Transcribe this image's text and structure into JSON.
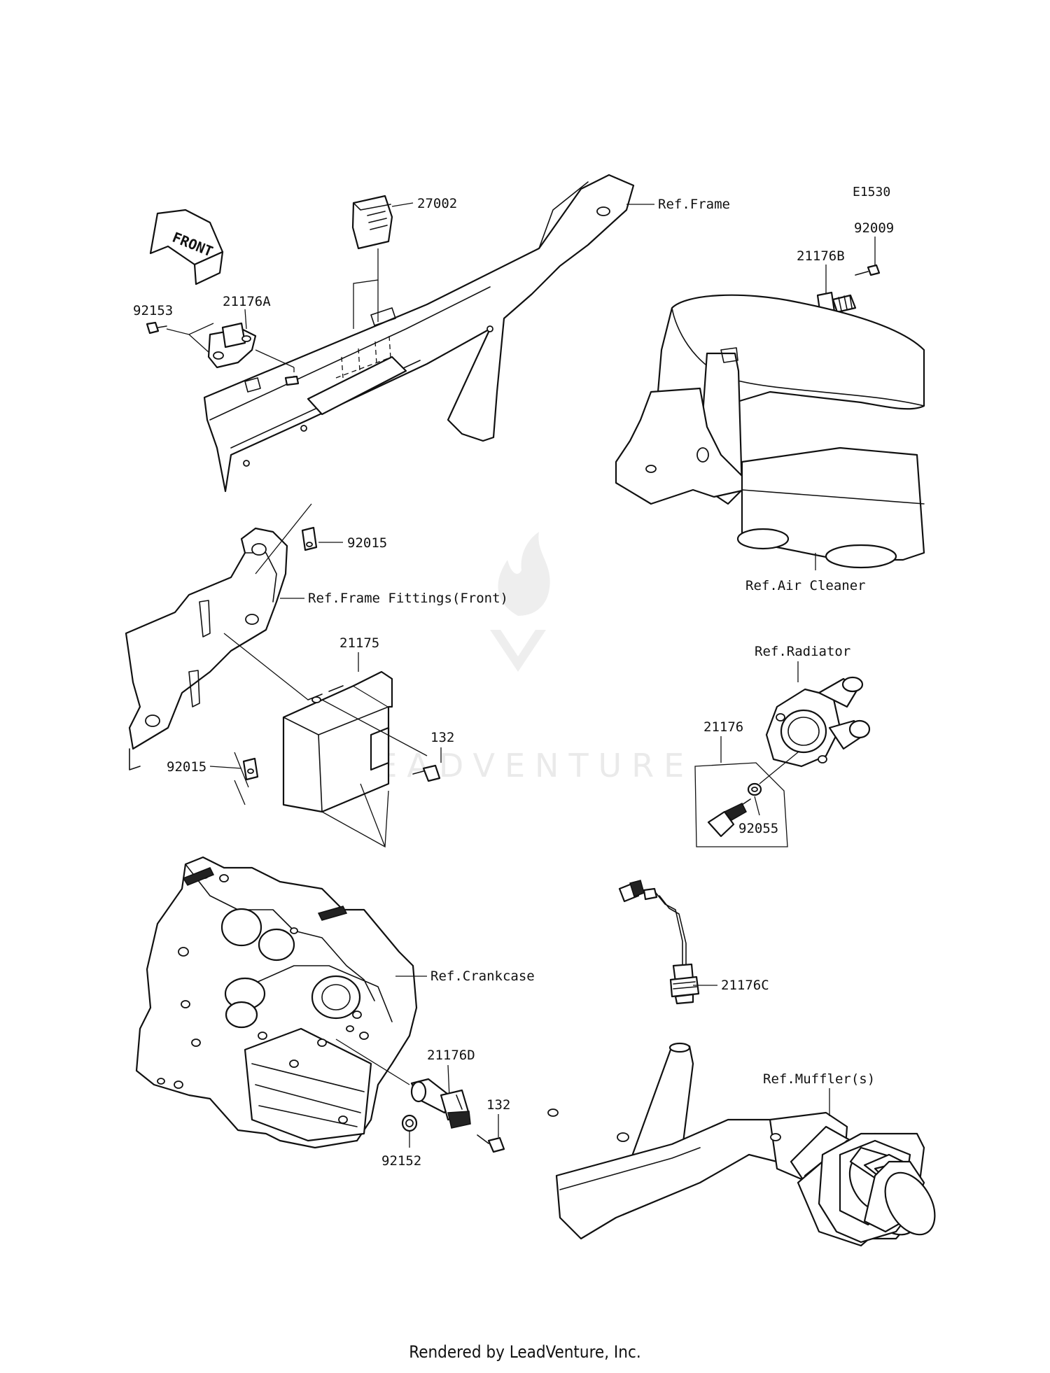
{
  "figure_code": "E1530",
  "front_arrow_text": "FRONT",
  "watermark_text": "LEADVENTURE",
  "footer": "Rendered by LeadVenture, Inc.",
  "labels": {
    "p27002": "27002",
    "ref_frame": "Ref.Frame",
    "p92009": "92009",
    "p21176b": "21176B",
    "p92153": "92153",
    "p21176a": "21176A",
    "p92015_top": "92015",
    "ref_frame_fittings": "Ref.Frame Fittings(Front)",
    "ref_air_cleaner": "Ref.Air Cleaner",
    "p21175": "21175",
    "ref_radiator": "Ref.Radiator",
    "p132_mid": "132",
    "p21176": "21176",
    "p92015_bottom": "92015",
    "p92055": "92055",
    "ref_crankcase": "Ref.Crankcase",
    "p21176c": "21176C",
    "ref_mufflers": "Ref.Muffler(s)",
    "p21176d": "21176D",
    "p132_bottom": "132",
    "p92152": "92152"
  }
}
